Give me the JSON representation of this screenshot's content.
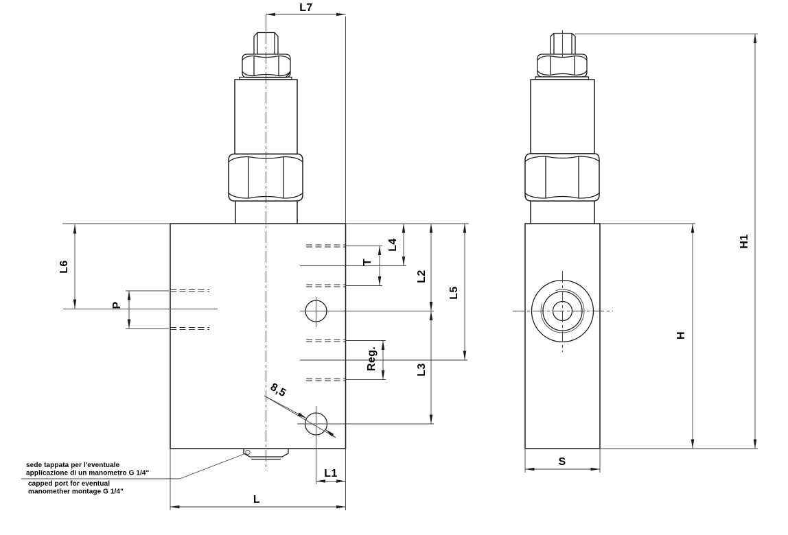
{
  "drawing": {
    "type": "technical-dimensional-drawing",
    "views": [
      "front-view-with-ports",
      "side-view-with-threaded-port"
    ],
    "line_color": "#1c1c1c",
    "background": "#ffffff"
  },
  "labels": {
    "l7": "L7",
    "l6": "L6",
    "p": "P",
    "t": "T",
    "l4": "L4",
    "l2": "L2",
    "l5": "L5",
    "reg": "Reg.",
    "l3": "L3",
    "hole_diameter": "8,5",
    "l1": "L1",
    "l": "L",
    "h1": "H1",
    "h": "H",
    "s": "S"
  },
  "note": {
    "italian_line1": "sede tappata per l'eventuale",
    "italian_line2": "applicazione di un manometro G 1/4\"",
    "english_line1": "capped port for eventual",
    "english_line2": "manomether montage G 1/4\""
  }
}
